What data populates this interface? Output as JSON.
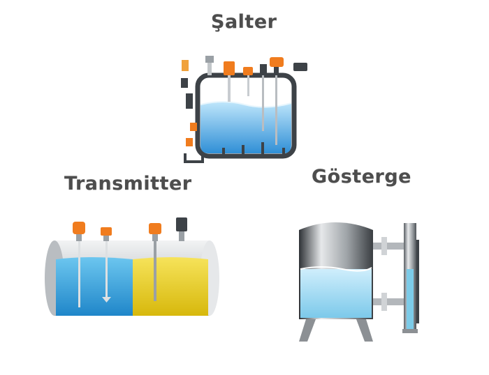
{
  "labels": {
    "switch": "Şalter",
    "transmitter": "Transmitter",
    "indicator": "Gösterge"
  },
  "colors": {
    "label_text": "#4d4d4d",
    "tank_steel": "#8c9094",
    "water_blue": "#4aa8e0",
    "fluid_yellow": "#e8cf1c",
    "device_orange": "#f07c1e",
    "pipe_dark": "#3d4247"
  },
  "illustrations": [
    {
      "id": "switch-tank",
      "label_ref": "labels.switch"
    },
    {
      "id": "transmitter-tank",
      "label_ref": "labels.transmitter"
    },
    {
      "id": "indicator-tank",
      "label_ref": "labels.indicator"
    }
  ]
}
